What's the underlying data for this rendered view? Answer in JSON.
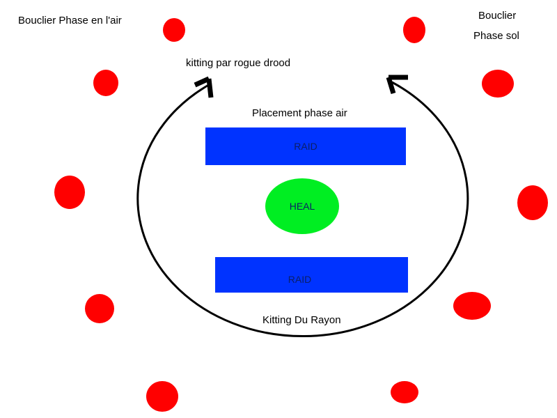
{
  "labels": {
    "shield_air_phase": "Bouclier Phase en l'air",
    "shield_ground_line1": "Bouclier",
    "shield_ground_line2": "Phase sol",
    "kiting_rogue": "kitting par rogue drood",
    "placement_air": "Placement phase air",
    "kiting_ray": "Kitting Du Rayon"
  },
  "zones": {
    "raid_top": "RAID",
    "heal": "HEAL",
    "raid_bottom": "RAID"
  },
  "colors": {
    "raid": "#0033ff",
    "heal": "#00ee22",
    "shield_orb": "#ff0000",
    "path": "#000000"
  }
}
